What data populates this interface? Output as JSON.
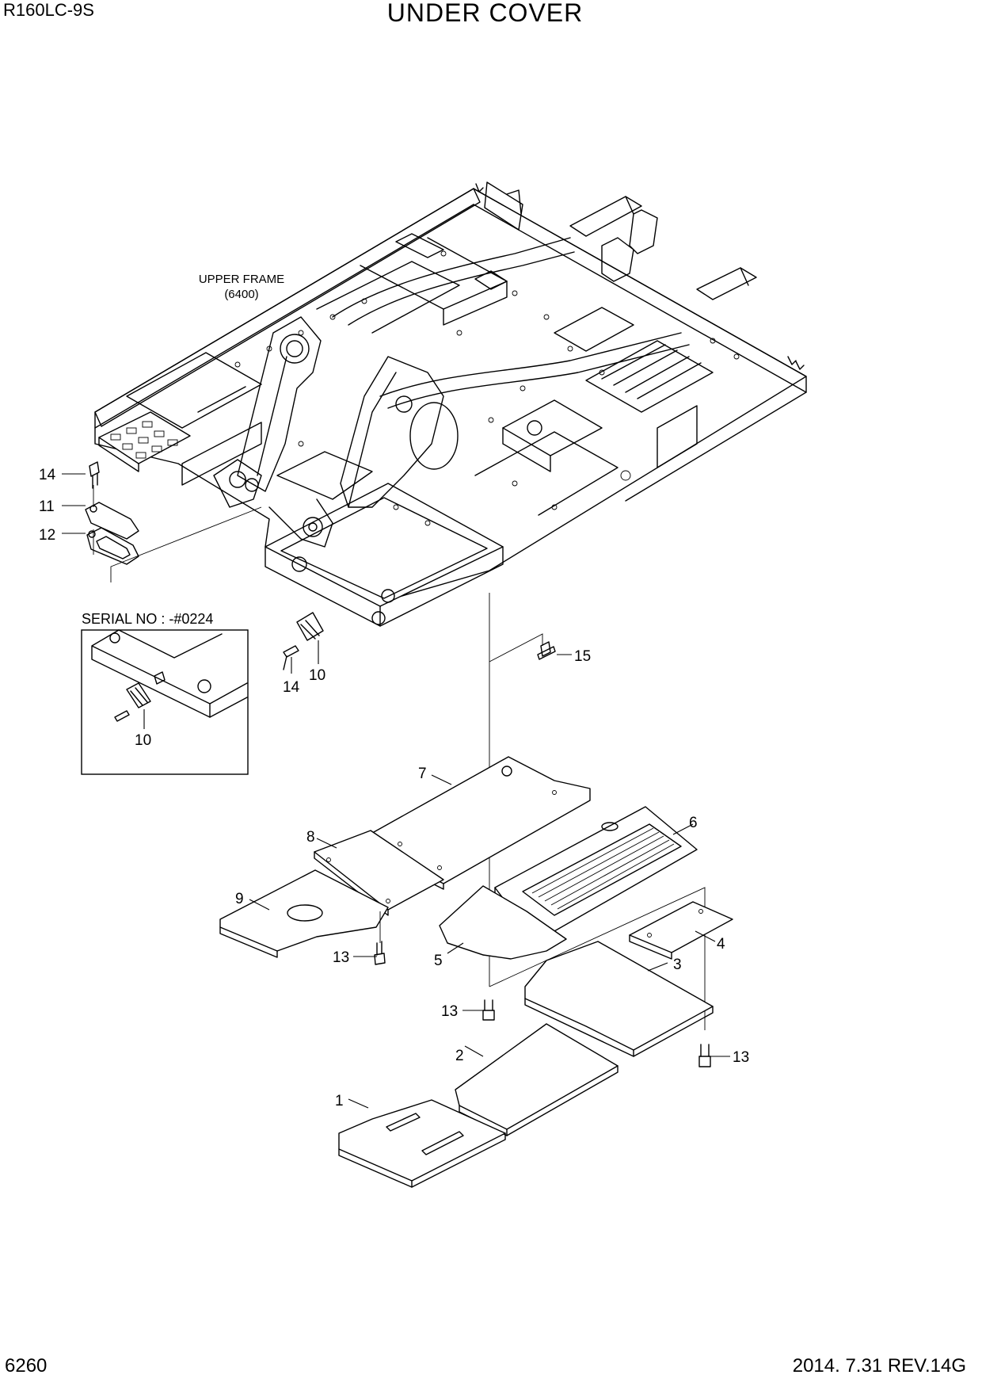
{
  "header": {
    "model": "R160LC-9S",
    "title": "UNDER COVER"
  },
  "footer": {
    "page_number": "6260",
    "date_rev": "2014. 7.31  REV.14G"
  },
  "notes": {
    "upper_frame_line1": "UPPER FRAME",
    "upper_frame_line2": "(6400)",
    "serial_no": "SERIAL NO : -#0224"
  },
  "callouts": {
    "c1": "1",
    "c2": "2",
    "c3": "3",
    "c4": "4",
    "c5": "5",
    "c6": "6",
    "c7": "7",
    "c8": "8",
    "c9": "9",
    "c10a": "10",
    "c10b": "10",
    "c11": "11",
    "c12": "12",
    "c13a": "13",
    "c13b": "13",
    "c13c": "13",
    "c14a": "14",
    "c14b": "14",
    "c15": "15"
  }
}
